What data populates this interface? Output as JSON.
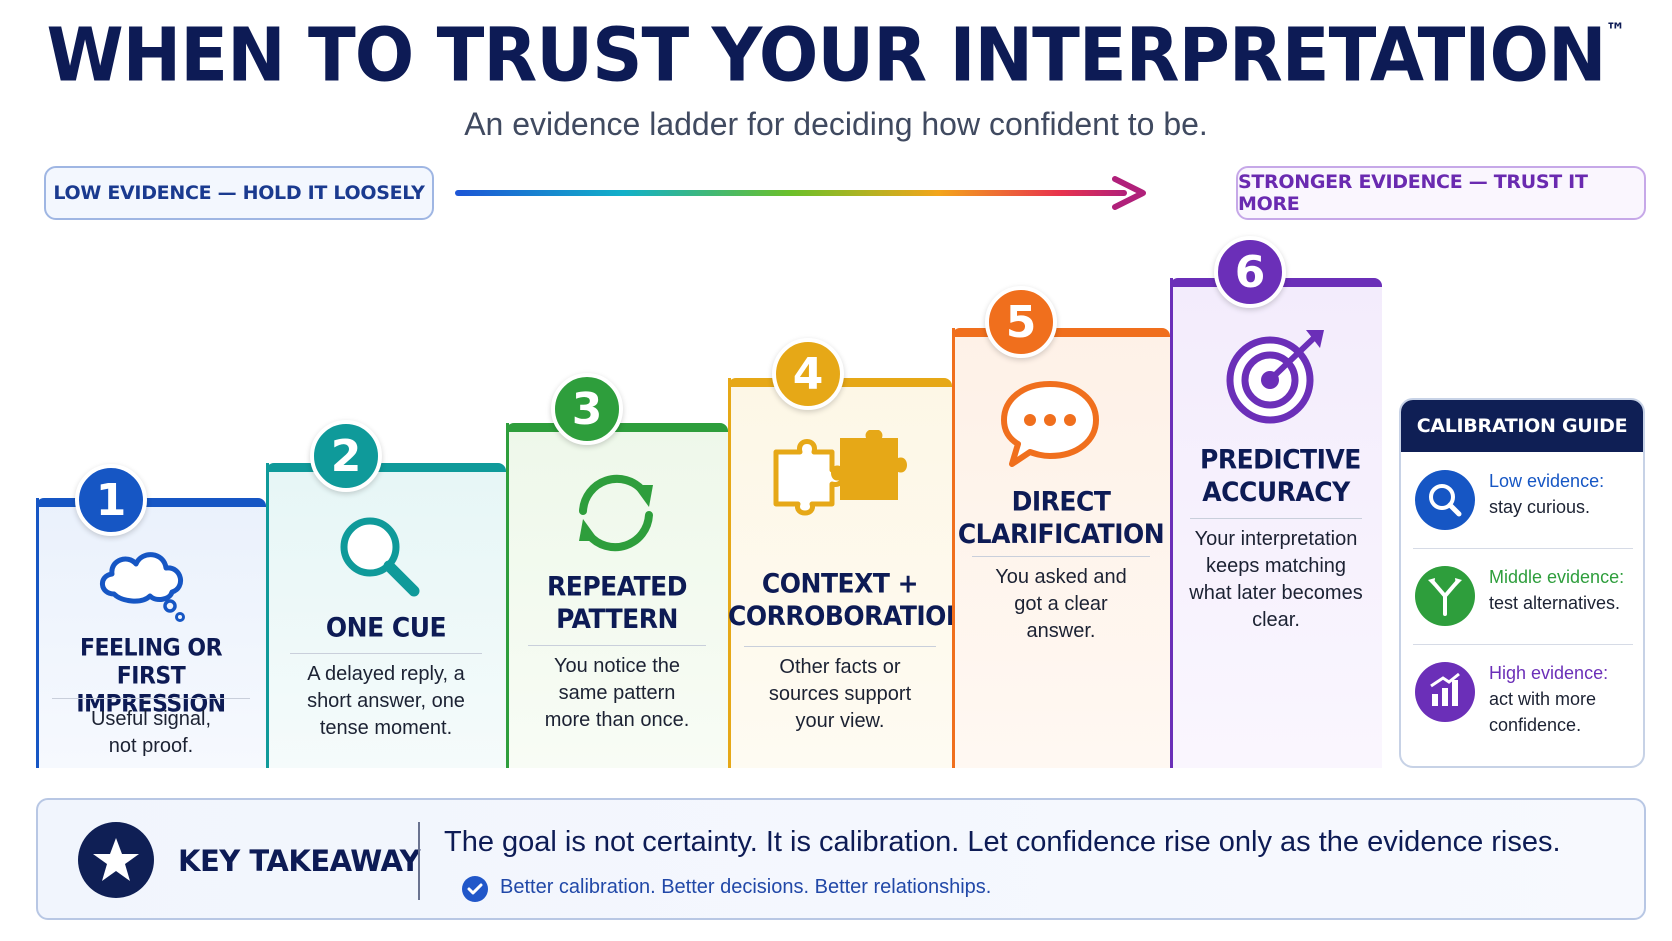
{
  "header": {
    "title": "WHEN TO TRUST YOUR INTERPRETATION",
    "trademark": "™",
    "subtitle": "An evidence ladder for deciding how confident to be."
  },
  "scale": {
    "low_label": "LOW EVIDENCE — HOLD IT LOOSELY",
    "high_label": "STRONGER EVIDENCE — TRUST IT MORE"
  },
  "steps": [
    {
      "number": "1",
      "title": "FEELING OR FIRST IMPRESSION",
      "desc": "Useful signal, not proof.",
      "color": "#1656c4",
      "icon": "thought-cloud-icon"
    },
    {
      "number": "2",
      "title": "ONE CUE",
      "desc": "A delayed reply, a short answer, one tense moment.",
      "color": "#0f9a9a",
      "icon": "magnifier-icon"
    },
    {
      "number": "3",
      "title": "REPEATED PATTERN",
      "desc": "You notice the same pattern more than once.",
      "color": "#2e9e3c",
      "icon": "cycle-arrows-icon"
    },
    {
      "number": "4",
      "title": "CONTEXT + CORROBORATION",
      "desc": "Other facts or sources support your view.",
      "color": "#e6a817",
      "icon": "puzzle-icon"
    },
    {
      "number": "5",
      "title": "DIRECT CLARIFICATION",
      "desc": "You asked and got a clear answer.",
      "color": "#f06f1d",
      "icon": "speech-bubble-icon"
    },
    {
      "number": "6",
      "title": "PREDICTIVE ACCURACY",
      "desc": "Your interpretation keeps matching what later becomes clear.",
      "color": "#6b2fb8",
      "icon": "target-icon"
    }
  ],
  "guide": {
    "title": "CALIBRATION GUIDE",
    "items": [
      {
        "label": "Low evidence:",
        "text": "stay curious.",
        "color": "#1656c4",
        "icon": "search-icon"
      },
      {
        "label": "Middle evidence:",
        "text": "test alternatives.",
        "color": "#2e9e3c",
        "icon": "fork-icon"
      },
      {
        "label": "High evidence:",
        "text": "act with more confidence.",
        "color": "#6b2fb8",
        "icon": "bar-chart-icon"
      }
    ]
  },
  "takeaway": {
    "title": "KEY TAKEAWAY",
    "main": "The goal is not certainty. It is calibration. Let confidence rise only as the evidence rises.",
    "sub": "Better calibration. Better decisions. Better relationships."
  }
}
